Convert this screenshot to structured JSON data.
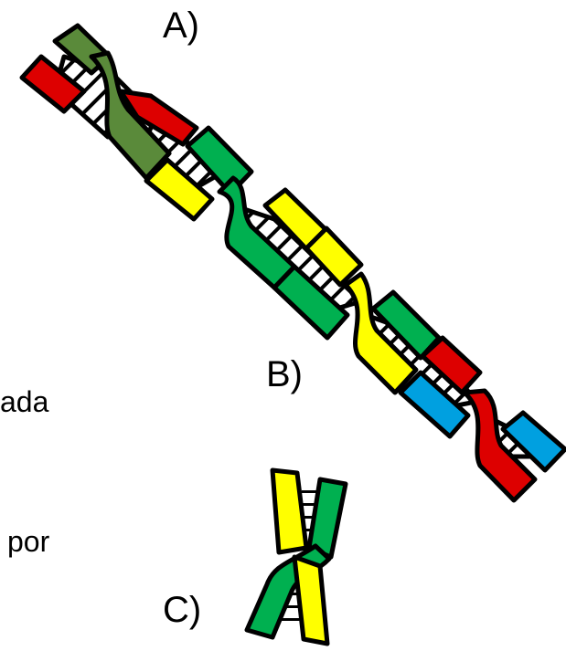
{
  "labels": {
    "a": "A)",
    "b": "B)",
    "c": "C)"
  },
  "side_text": {
    "line1": "ada",
    "line2": "por"
  },
  "colors": {
    "dark_green": "#5a8a3a",
    "red": "#dd0000",
    "green": "#00b050",
    "yellow": "#ffff00",
    "blue": "#00a0e0",
    "outline": "#000000"
  },
  "segments": {
    "long_top": [
      "dark-green",
      "green",
      "yellow",
      "green",
      "red"
    ],
    "long_bottom": [
      "red",
      "dark-green",
      "yellow",
      "green",
      "yellow",
      "blue",
      "red"
    ],
    "short_strands": [
      "yellow",
      "green"
    ]
  }
}
